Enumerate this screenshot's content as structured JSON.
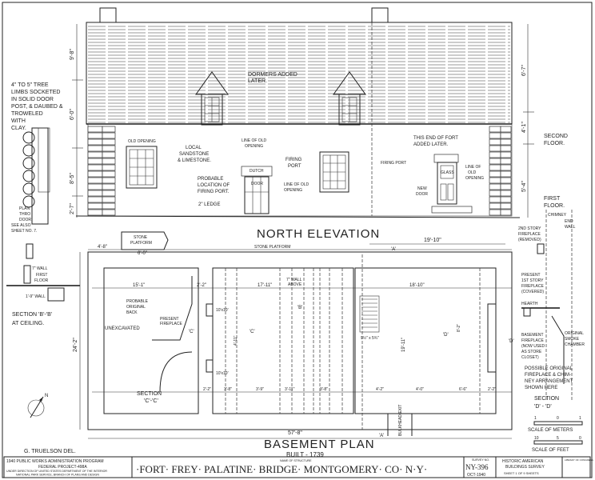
{
  "elevation": {
    "title": "NORTH ELEVATION",
    "labels": {
      "dormers": "DORMERS ADDED",
      "dormers2": "LATER.",
      "old_opening": "OLD OPENING",
      "local": "LOCAL",
      "sandstone": "SANDSTONE",
      "limestone": "& LIMESTONE.",
      "probable": "PROBABLE",
      "location": "LOCATION OF",
      "firing_port_loc": "FIRING PORT.",
      "ledge": "2\" LEDGE",
      "line_old_opening": "LINE OF OLD",
      "opening": "OPENING",
      "dutch": "DUTCH",
      "door": "DOOR",
      "firing": "FIRING",
      "port": "PORT",
      "line_old_opening2": "LINE OF OLD",
      "opening2": "OPENING",
      "firing_port": "FIRING PORT",
      "this_end": "THIS END OF FORT",
      "added_later": "ADDED LATER.",
      "line_of": "LINE OF",
      "old": "OLD",
      "opening3": "OPENING",
      "new": "NEW",
      "door2": "DOOR",
      "glass": "GLASS",
      "second": "SECOND",
      "floor2": "FLOOR.",
      "first": "FIRST",
      "floor1": "FLOOR.",
      "stone_platform": "STONE",
      "platform": "PLATFORM"
    },
    "dimensions": [
      "9'-8\"",
      "6'-0\"",
      "8'-5\"",
      "2'-7\"",
      "6'-7\"",
      "4'-8\"",
      "4'-1\"",
      "5'-4\""
    ]
  },
  "detail_left": {
    "note": [
      "4\" TO 5\" TREE",
      "LIMBS SOCKETED",
      "IN SOLID DOOR",
      "POST, & DAUBED &",
      "TROWELED",
      "WITH",
      "CLAY."
    ],
    "plan_note": [
      "PLAN",
      "THRO",
      "DOOR",
      "SEE ALSO",
      "SHEET NO. 7."
    ],
    "wall_7": "7\" WALL",
    "first_floor": [
      "FIRST",
      "FLOOR"
    ],
    "wall_19": "1'-9\" WALL",
    "section_title": "SECTION 'B'-'B'",
    "section_sub": "AT CEILING."
  },
  "plan": {
    "title": "BASEMENT PLAN",
    "subtitle": "BUILT - 1739",
    "stone_platform": "STONE PLATFORM",
    "unexcavated": "UNEXCAVATED",
    "probable_original_back": [
      "PROBABLE",
      "ORIGINAL",
      "BACK"
    ],
    "present_fireplace": [
      "PRESENT",
      "FIREPLACE"
    ],
    "section_cc": [
      "SECTION",
      "'C'-'C'"
    ],
    "wall_above": [
      "7\" WALL",
      "ABOVE"
    ],
    "bulkhead": "BULKHEAD EXIT",
    "markers": [
      "'C'",
      "'C'",
      "'B'",
      "'A'",
      "'A'",
      "'D'",
      "'D'"
    ],
    "dimensions": {
      "overall_length": "57'-8\"",
      "overall_depth": "24'-2\"",
      "east_width": "19'-10\"",
      "west_room": "15'-1\"",
      "center_room": "17'-11\"",
      "east_room": "18'-10\"",
      "east_depth": "19'-11\"",
      "stair": "9½\" x 5¾\"",
      "platform_a": "4'-8\"",
      "platform_b": "6'-0\"",
      "wall_22": "2'-2\"",
      "row": [
        "2'-2\"",
        "3'-8\"",
        "3'-9\"",
        "3'-11\"",
        "3'-8\"",
        "4'-2\"",
        "4'-0\"",
        "6'-6\"",
        "2'-2\""
      ],
      "opening_a": "10'x10'",
      "opening_b": "10'x10'",
      "fire_depth": "4'-11\"",
      "fire_depth_e": "8'-2\""
    }
  },
  "section_dd": {
    "chimney": "CHIMNEY",
    "end_wall": [
      "END",
      "WALL"
    ],
    "second_fireplace": [
      "2ND STORY",
      "FIREPLACE",
      "(REMOVED)"
    ],
    "present_first": [
      "PRESENT",
      "1ST STORY",
      "FIREPLACE",
      "(COVERED)"
    ],
    "hearth": "HEARTH",
    "basement_fireplace": [
      "BASEMENT",
      "FIREPLACE",
      "(NOW USED",
      "AS STORE",
      "CLOSET)"
    ],
    "smoke_chamber": [
      "ORIGINAL",
      "SMOKE",
      "CHAMBER"
    ],
    "note": [
      "POSSIBLE ORIGINAL",
      "FIREPLACE & CHIM-",
      "NEY ARRANGEMENT",
      "SHOWN HERE"
    ],
    "section_title": "SECTION",
    "section_id": "'D' - 'D'",
    "scale_meters": "SCALE OF METERS",
    "scale_meters_ticks": [
      "1",
      "0",
      "1"
    ],
    "scale_feet": "SCALE OF FEET",
    "scale_feet_ticks": [
      "10",
      "5",
      "0"
    ],
    "north": "N"
  },
  "credits": {
    "delineator": "G. TRUELSON DEL."
  },
  "title_block": {
    "program_line1": "1940 PUBLIC WORKS ADMINISTRATION PROGRAM",
    "program_line2": "FEDERAL PROJECT-498A",
    "program_line3": "UNDER DIRECTION OF UNITED STATES DEPARTMENT OF THE INTERIOR",
    "program_line4": "NATIONAL PARK SERVICE, BRANCH OF PLANS AND DESIGN",
    "name_label": "NAME OF STRUCTURE",
    "structure_name": "·FORT· FREY· PALATINE· BRIDGE· MONTGOMERY· CO· N·Y·",
    "survey_label": "SURVEY NO.",
    "survey_no": "NY-396",
    "date": "OCT-1940",
    "habs_line1": "HISTORIC AMERICAN",
    "habs_line2": "BUILDINGS SURVEY",
    "sheet_text": "SHEET 1 OF 9 SHEETS",
    "library_note": "LIBRARY OF CONGRESS"
  }
}
